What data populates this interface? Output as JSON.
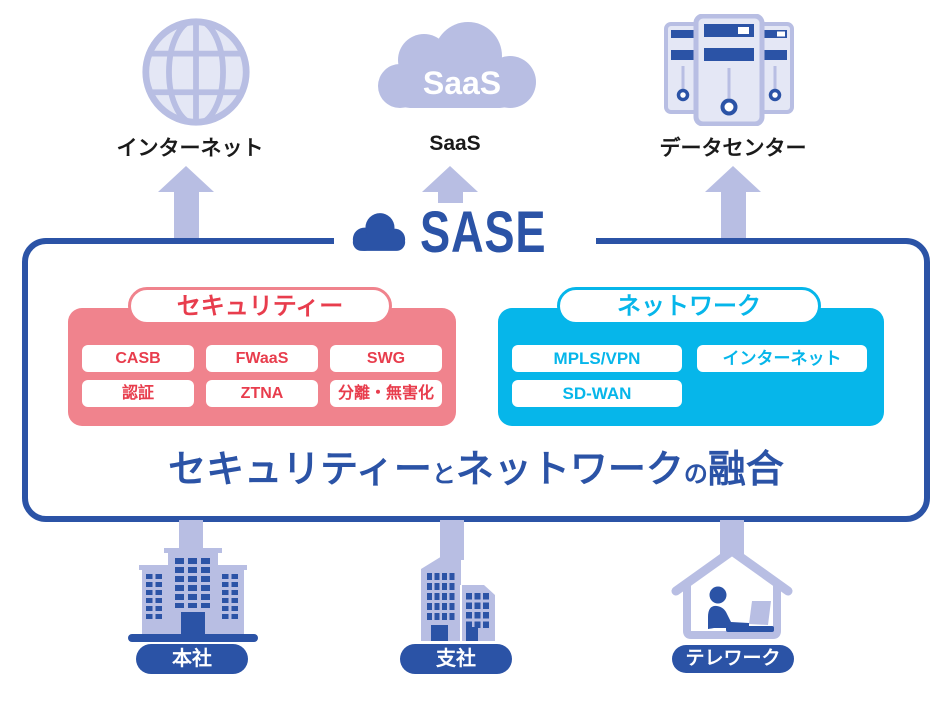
{
  "colors": {
    "accent_blue": "#2b53a6",
    "lavender": "#b8bee3",
    "lavender_light": "#e4e7f5",
    "pink": "#f0838d",
    "red_text": "#e83d4d",
    "cyan": "#06b6ea",
    "label_black": "#1a1a1a"
  },
  "top_nodes": {
    "internet": {
      "icon": "globe-icon",
      "label": "インターネット"
    },
    "saas": {
      "icon": "saas-cloud-icon",
      "cloud_text": "SaaS",
      "label": "SaaS"
    },
    "datacenter": {
      "icon": "server-rack-icon",
      "label": "データセンター"
    }
  },
  "sase": {
    "title": "SASE",
    "title_icon": "cloud-icon",
    "security": {
      "title": "セキュリティー",
      "items": [
        "CASB",
        "FWaaS",
        "SWG",
        "認証",
        "ZTNA",
        "分離・無害化"
      ]
    },
    "network": {
      "title": "ネットワーク",
      "items": [
        "MPLS/VPN",
        "インターネット",
        "SD-WAN"
      ]
    },
    "caption": {
      "part1": "セキュリティー",
      "part2": "と",
      "part3": "ネットワーク",
      "part4": "の",
      "part5": "融合"
    }
  },
  "bottom_nodes": {
    "headquarters": {
      "icon": "office-building-icon",
      "label": "本社"
    },
    "branch": {
      "icon": "branch-building-icon",
      "label": "支社"
    },
    "telework": {
      "icon": "telework-house-icon",
      "label": "テレワーク"
    }
  }
}
